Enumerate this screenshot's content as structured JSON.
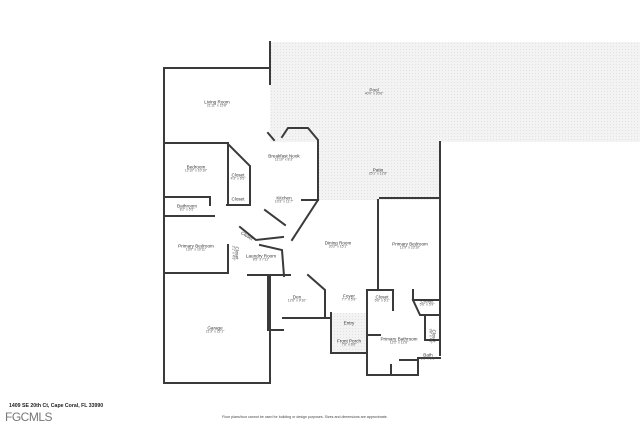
{
  "rooms": [
    {
      "name": "Living Room",
      "dims": "21'11\" x 15'8\""
    },
    {
      "name": "Pool",
      "dims": "40'0\" x 20'6\""
    },
    {
      "name": "Breakfast Nook",
      "dims": "11'10\" x 8'3\""
    },
    {
      "name": "Bedroom",
      "dims": "12'10\" x 10'10\""
    },
    {
      "name": "Closet",
      "dims": "4'3\" x 6'5\""
    },
    {
      "name": "Closet",
      "dims": ""
    },
    {
      "name": "Bathroom",
      "dims": "8'2\" x 5'5\""
    },
    {
      "name": "Kitchen",
      "dims": "10'3\" x 11'7\""
    },
    {
      "name": "Patio",
      "dims": "25'1\" x 12'8\""
    },
    {
      "name": "Primary Bedroom",
      "dims": "13'0\" x 10'11\""
    },
    {
      "name": "Closet",
      "dims": "2'1\" x 4'3\""
    },
    {
      "name": "Closet",
      "dims": ""
    },
    {
      "name": "Laundry Room",
      "dims": "8'5\" x 7'11\""
    },
    {
      "name": "Dining Room",
      "dims": "20'2\" x 15'1\""
    },
    {
      "name": "Primary Bedroom",
      "dims": "12'9\" x 23'10\""
    },
    {
      "name": "Den",
      "dims": "12'6\" x 9'10\""
    },
    {
      "name": "Foyer",
      "dims": "7'7\" x 5'9\""
    },
    {
      "name": "Closet",
      "dims": "5'6\" x 6'1\""
    },
    {
      "name": "Closet",
      "dims": "5'6\" x 5'9\""
    },
    {
      "name": "Entry",
      "dims": ""
    },
    {
      "name": "Garage",
      "dims": "21'3\" x 22'1\""
    },
    {
      "name": "Front Porch",
      "dims": "7'6\" x 6'6\""
    },
    {
      "name": "Primary Bathroom",
      "dims": "12'2\" x 12'6\""
    },
    {
      "name": "Closet",
      "dims": "3'8\" x 4'3\""
    },
    {
      "name": "Bath",
      "dims": "8'1\" x 5'1\""
    }
  ],
  "footer": {
    "address": "1409 SE 20th Ct, Cape Coral, FL 33990",
    "logo": "FGCMLS",
    "disclaimer": "Floor plans/tour cannot be used for building or design purposes. Sizes and dimensions are approximate."
  },
  "colors": {
    "wall": "#3a3a3a",
    "outdoor": "#ececec"
  }
}
